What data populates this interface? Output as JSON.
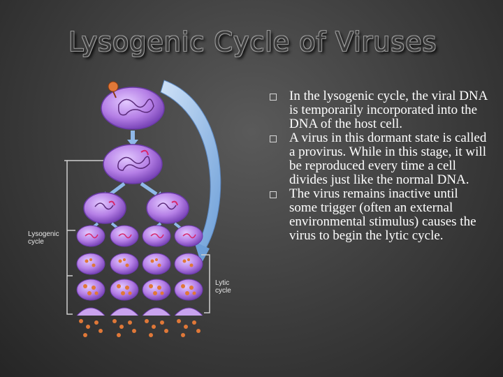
{
  "slide": {
    "title": "Lysogenic Cycle of Viruses",
    "bullets": [
      "In the lysogenic cycle, the viral DNA is temporarily incorporated into the DNA of the host cell.",
      "A virus in this dormant state is called a provirus. While in this stage, it will be reproduced every time a cell divides just like the normal DNA.",
      "The virus remains inactive until some trigger (often an external environmental stimulus) causes the virus to begin the lytic cycle."
    ]
  },
  "diagram": {
    "lysogenic_label": "Lysogenic\ncycle",
    "lytic_label": "Lytic\ncycle",
    "colors": {
      "cell_fill": "#b57fe6",
      "cell_stroke": "#6a3aa8",
      "dna": "#d8266a",
      "virus": "#e07838",
      "arrow": "#8fb8e8"
    }
  }
}
